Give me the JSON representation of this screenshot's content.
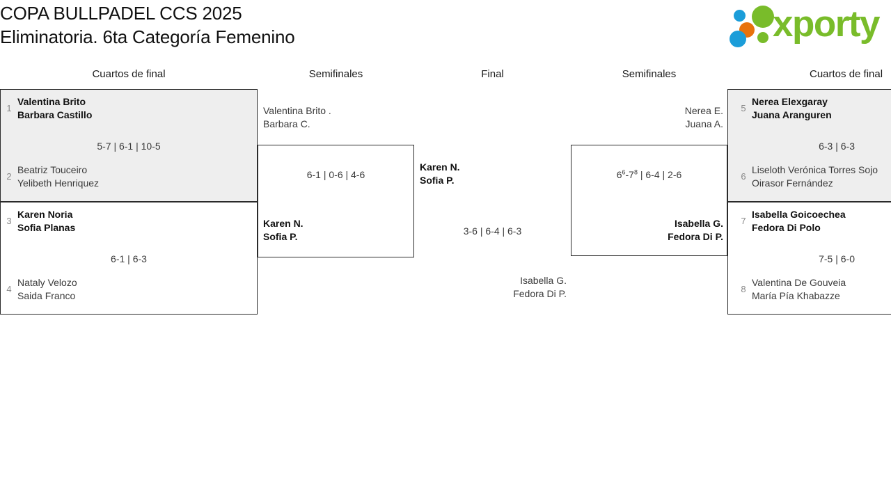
{
  "header": {
    "title_line_1": "COPA BULLPADEL CCS 2025",
    "title_line_2": "Eliminatoria. 6ta Categoría Femenino",
    "logo_text": "xporty"
  },
  "round_headers": [
    "Cuartos de final",
    "Semifinales",
    "Final",
    "Semifinales",
    "Cuartos de final"
  ],
  "bracket": {
    "quarterfinals_left": [
      {
        "top": {
          "seed": "1",
          "player_1": "Valentina Brito",
          "player_2": "Barbara Castillo",
          "winner": true
        },
        "bottom": {
          "seed": "2",
          "player_1": "Beatriz Touceiro",
          "player_2": "Yelibeth Henriquez",
          "winner": false
        },
        "score": "5-7 | 6-1 | 10-5",
        "shaded": true
      },
      {
        "top": {
          "seed": "3",
          "player_1": "Karen Noria",
          "player_2": "Sofia Planas",
          "winner": true
        },
        "bottom": {
          "seed": "4",
          "player_1": "Nataly Velozo",
          "player_2": "Saida Franco",
          "winner": false
        },
        "score": "6-1 | 6-3",
        "shaded": false
      }
    ],
    "quarterfinals_right": [
      {
        "top": {
          "seed": "5",
          "player_1": "Nerea Elexgaray",
          "player_2": "Juana Aranguren",
          "winner": true
        },
        "bottom": {
          "seed": "6",
          "player_1": "Liseloth Verónica Torres Sojo",
          "player_2": "Oirasor Fernández",
          "winner": false
        },
        "score": "6-3 | 6-3",
        "shaded": true
      },
      {
        "top": {
          "seed": "7",
          "player_1": "Isabella Goicoechea",
          "player_2": "Fedora Di Polo",
          "winner": true
        },
        "bottom": {
          "seed": "8",
          "player_1": "Valentina De Gouveia",
          "player_2": "María Pía Khabazze",
          "winner": false
        },
        "score": "7-5 | 6-0",
        "shaded": false
      }
    ],
    "semifinal_left": {
      "top": {
        "player_1": "Valentina Brito .",
        "player_2": "Barbara C.",
        "winner": false
      },
      "bottom": {
        "player_1": "Karen N.",
        "player_2": "Sofia P.",
        "winner": true
      },
      "score": "6-1 | 0-6 | 4-6"
    },
    "semifinal_right": {
      "top": {
        "player_1": "Nerea E.",
        "player_2": "Juana A.",
        "winner": false
      },
      "bottom": {
        "player_1": "Isabella G.",
        "player_2": "Fedora Di P.",
        "winner": true
      },
      "score_main_1": "6",
      "score_sup_1": "6",
      "score_mid": "-7",
      "score_sup_2": "8",
      "score_rest": " | 6-4 | 2-6"
    },
    "final": {
      "top": {
        "player_1": "Karen N.",
        "player_2": "Sofia P.",
        "winner": true
      },
      "bottom": {
        "player_1": "Isabella G.",
        "player_2": "Fedora Di P.",
        "winner": false
      },
      "score": "3-6 | 6-4 | 6-3"
    }
  },
  "colors": {
    "logo_green": "#79bc2a",
    "logo_blue": "#1b9dd9",
    "logo_orange": "#e8720c",
    "box_shaded": "#eeeeee",
    "box_border": "#2a2a2a"
  }
}
